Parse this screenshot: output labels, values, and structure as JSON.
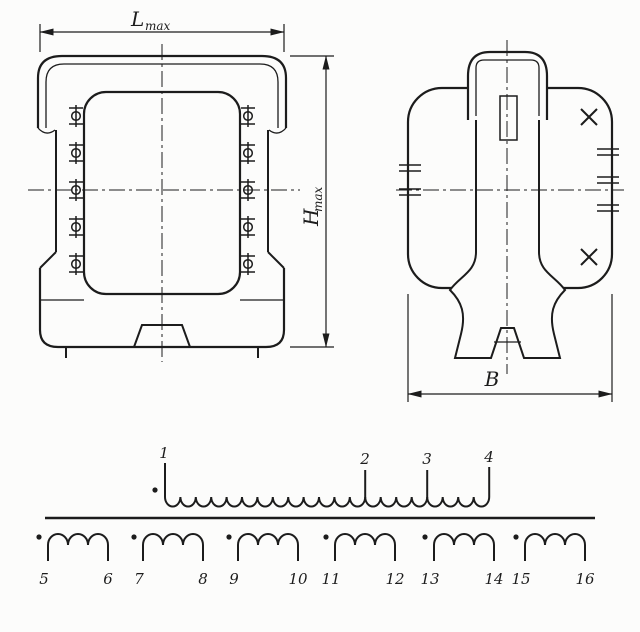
{
  "colors": {
    "ink": "#1c1c1c",
    "paper": "#fcfcfb"
  },
  "dimensions": {
    "length": {
      "letter": "L",
      "subscript": "max"
    },
    "height": {
      "letter": "H",
      "subscript": "max"
    },
    "width": {
      "letter": "B",
      "subscript": ""
    }
  },
  "schematic": {
    "primary": {
      "terminals": [
        "1",
        "2",
        "3",
        "4"
      ]
    },
    "secondaries": [
      {
        "start": "5",
        "end": "6"
      },
      {
        "start": "7",
        "end": "8"
      },
      {
        "start": "9",
        "end": "10"
      },
      {
        "start": "11",
        "end": "12"
      },
      {
        "start": "13",
        "end": "14"
      },
      {
        "start": "15",
        "end": "16"
      }
    ]
  },
  "icons": {
    "rivet": "diagonal-cross",
    "polarity": "winding-start-dot",
    "terminal_pin": "pin-with-lugs"
  }
}
